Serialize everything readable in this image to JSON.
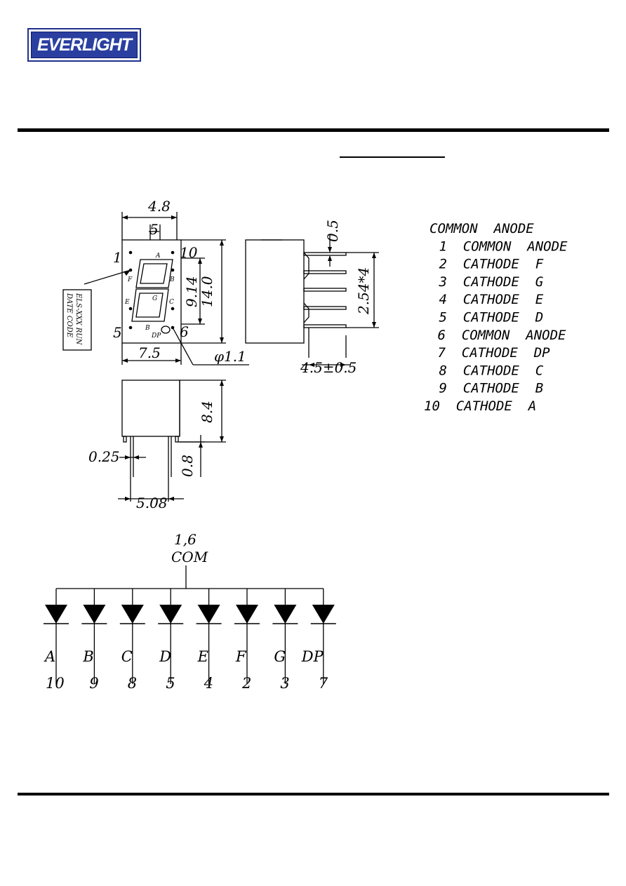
{
  "brand": {
    "logo_text": "EVERLIGHT"
  },
  "front_view": {
    "dim_width_top": "4.8",
    "dim_segment": "5",
    "dim_digit_height": "9.14",
    "dim_body_height": "14.0",
    "dim_width_bottom": "7.5",
    "dim_hole": "φ1.1",
    "pin_tl": "1",
    "pin_tr": "10",
    "pin_bl": "5",
    "pin_br": "6",
    "seg_A": "A",
    "seg_B": "B",
    "seg_C": "C",
    "seg_D": "B",
    "seg_E": "E",
    "seg_F": "F",
    "seg_G": "G",
    "seg_DP": "DP",
    "label_line1": "ELS-XXX RUN",
    "label_line2": "DATE  CODE"
  },
  "side_view": {
    "dim_pin_thick": "0.5",
    "dim_pitch": "2.54*4",
    "dim_length": "4.5±0.5"
  },
  "bottom_view": {
    "dim_height": "8.4",
    "dim_pin_w": "0.25",
    "dim_stub": "0.8",
    "dim_spacing": "5.08"
  },
  "pinout": [
    "COMMON  ANODE",
    " 1  COMMON  ANODE",
    " 2  CATHODE  F",
    " 3  CATHODE  G",
    " 4  CATHODE  E",
    " 5  CATHODE  D",
    " 6  COMMON  ANODE",
    " 7  CATHODE  DP",
    " 8  CATHODE  C",
    " 9  CATHODE  B",
    "10  CATHODE  A"
  ],
  "circuit": {
    "com_pins": "1,6",
    "com_label": "COM",
    "diodes": [
      {
        "seg": "A",
        "pin": "10"
      },
      {
        "seg": "B",
        "pin": "9"
      },
      {
        "seg": "C",
        "pin": "8"
      },
      {
        "seg": "D",
        "pin": "5"
      },
      {
        "seg": "E",
        "pin": "4"
      },
      {
        "seg": "F",
        "pin": "2"
      },
      {
        "seg": "G",
        "pin": "3"
      },
      {
        "seg": "DP",
        "pin": "7"
      }
    ]
  }
}
